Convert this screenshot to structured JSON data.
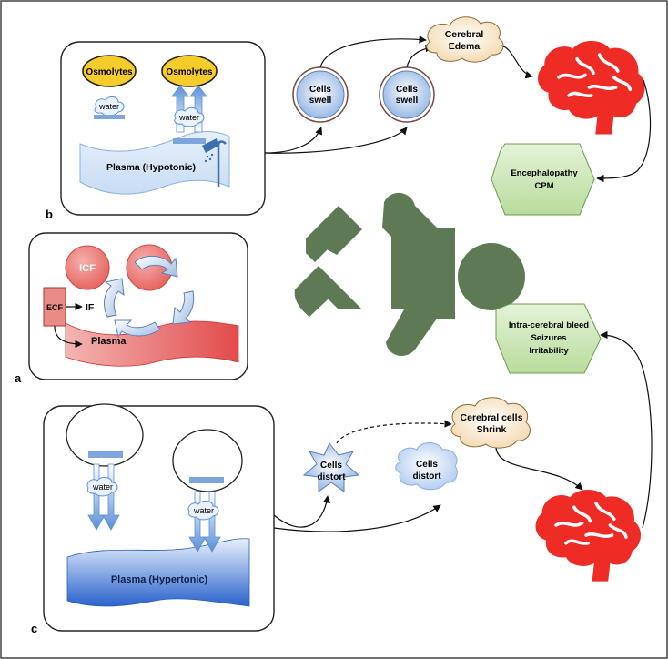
{
  "panels": {
    "a": {
      "letter": "a",
      "icf": "ICF",
      "ecf": "ECF",
      "if": "IF",
      "plasma": "Plasma"
    },
    "b": {
      "letter": "b",
      "osmolytes_left": "Osmolytes",
      "osmolytes_right": "Osmolytes",
      "water_left": "water",
      "water_right": "water",
      "plasma": "Plasma (Hypotonic)",
      "cells_swell_1": [
        "Cells",
        "swell"
      ],
      "cells_swell_2": [
        "Cells",
        "swell"
      ],
      "cerebral_edema": [
        "Cerebral",
        "Edema"
      ],
      "outcome": [
        "Encephalopathy",
        "CPM"
      ]
    },
    "c": {
      "letter": "c",
      "water_left": "water",
      "water_right": "water",
      "plasma": "Plasma (Hypertonic)",
      "cells_distort_star": [
        "Cells",
        "distort"
      ],
      "cells_distort_cloud": [
        "Cells",
        "distort"
      ],
      "cerebral_shrink": [
        "Cerebral cells",
        "Shrink"
      ],
      "outcome": [
        "Intra-cerebral bleed",
        "Seizures",
        "Irritability"
      ]
    }
  },
  "colors": {
    "brain": "#ee2b24",
    "baby": "#5d7a55",
    "outcome_fill": "#c9e6b4",
    "osmolyte_fill": "#f6cc2a",
    "plasma_hypotonic": "#cfe3f7",
    "plasma_hypertonic": "#2e6fd6",
    "plasma_a": "#e24b4b"
  },
  "icons": [
    "brain-icon",
    "baby-icon",
    "shower-icon",
    "cycle-arrows-icon"
  ]
}
